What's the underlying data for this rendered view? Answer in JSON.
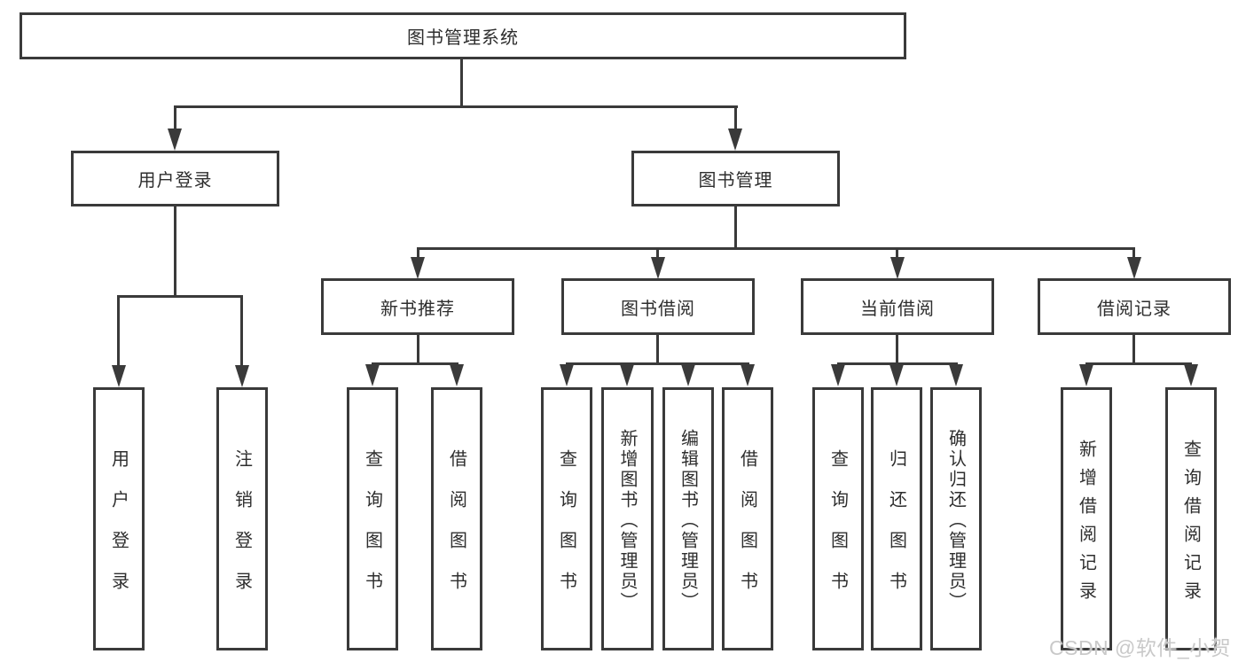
{
  "diagram": {
    "root": {
      "label": "图书管理系统"
    },
    "branches": [
      {
        "label": "用户登录",
        "children": [
          {
            "label": "用户登录"
          },
          {
            "label": "注销登录"
          }
        ]
      },
      {
        "label": "图书管理",
        "children": [
          {
            "label": "新书推荐",
            "children": [
              {
                "label": "查询图书"
              },
              {
                "label": "借阅图书"
              }
            ]
          },
          {
            "label": "图书借阅",
            "children": [
              {
                "label": "查询图书"
              },
              {
                "label": "新增图书（管理员）"
              },
              {
                "label": "编辑图书（管理员）"
              },
              {
                "label": "借阅图书"
              }
            ]
          },
          {
            "label": "当前借阅",
            "children": [
              {
                "label": "查询图书"
              },
              {
                "label": "归还图书"
              },
              {
                "label": "确认归还（管理员）"
              }
            ]
          },
          {
            "label": "借阅记录",
            "children": [
              {
                "label": "新增借阅记录"
              },
              {
                "label": "查询借阅记录"
              }
            ]
          }
        ]
      }
    ]
  },
  "watermark": {
    "text": "CSDN @软件_小贺同学"
  },
  "colors": {
    "line": "#3a3a3a",
    "text": "#2e2e2e",
    "background": "#ffffff",
    "watermark": "#c9c9c9"
  }
}
